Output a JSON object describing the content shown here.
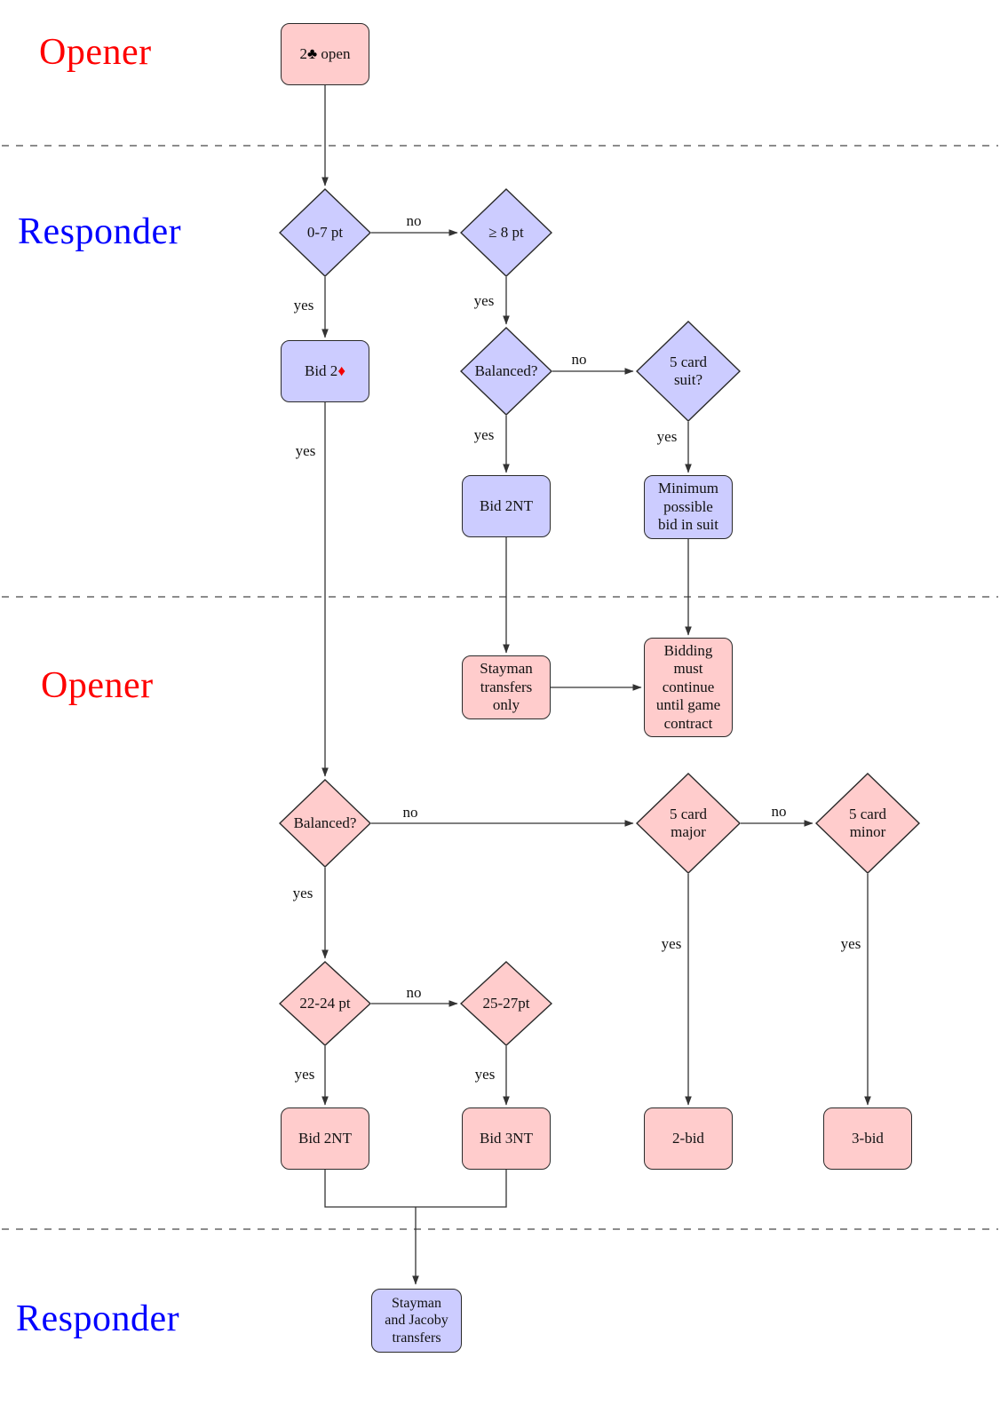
{
  "lanes": [
    {
      "label": "Opener"
    },
    {
      "label": "Responder"
    },
    {
      "label": "Opener"
    },
    {
      "label": "Responder"
    }
  ],
  "edge_labels": {
    "yes": "yes",
    "no": "no"
  },
  "colors": {
    "opener_fill": "#ffcccc",
    "responder_fill": "#ccccff",
    "lane_opener": "#fe0000",
    "lane_responder": "#0000fe",
    "suit_red": "#f40000",
    "wire": "#333333",
    "separator": "#666666"
  },
  "nodes": {
    "open_2c": {
      "pre": "2",
      "suit": "♣",
      "post": " open"
    },
    "r_0_7": {
      "label": "0-7 pt"
    },
    "r_ge8": {
      "label": "≥ 8 pt"
    },
    "bid_2d": {
      "pre": "Bid 2",
      "suit": "♦",
      "post": ""
    },
    "r_balanced": {
      "label": "Balanced?"
    },
    "five_card_suit": {
      "label": "5 card\nsuit?"
    },
    "bid_2nt_responder": {
      "label": "Bid 2NT"
    },
    "min_bid": {
      "label": "Minimum\npossible\nbid in suit"
    },
    "stayman_only": {
      "label": "Stayman\ntransfers\nonly"
    },
    "bidding_continue": {
      "label": "Bidding\nmust\ncontinue\nuntil game\ncontract"
    },
    "o_balanced": {
      "label": "Balanced?"
    },
    "five_card_major": {
      "label": "5 card\nmajor"
    },
    "five_card_minor": {
      "label": "5 card\nminor"
    },
    "pt_22_24": {
      "label": "22-24 pt"
    },
    "pt_25_27": {
      "label": "25-27pt"
    },
    "bid_2nt_opener": {
      "label": "Bid 2NT"
    },
    "bid_3nt": {
      "label": "Bid 3NT"
    },
    "bid_2": {
      "label": "2-bid"
    },
    "bid_3": {
      "label": "3-bid"
    },
    "stayman_jacoby": {
      "label": "Stayman\nand Jacoby\ntransfers"
    }
  }
}
